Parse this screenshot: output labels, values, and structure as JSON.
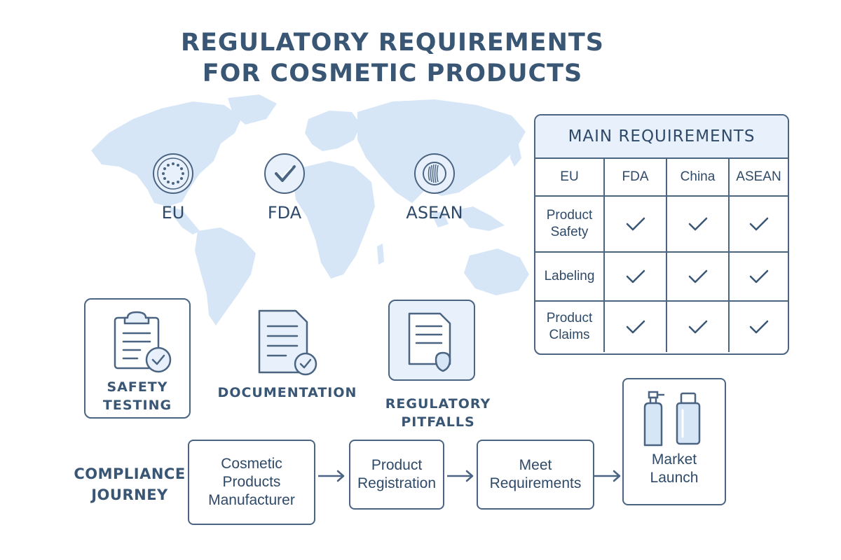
{
  "title": {
    "line1": "REGULATORY REQUIREMENTS",
    "line2": "FOR COSMETIC PRODUCTS"
  },
  "map": {
    "regions": [
      {
        "label": "EU",
        "icon": "eu-stars-icon"
      },
      {
        "label": "FDA",
        "icon": "checkmark-shield-icon"
      },
      {
        "label": "ASEAN",
        "icon": "asean-emblem-icon"
      }
    ],
    "map_color": "#d6e6f7"
  },
  "requirements_table": {
    "heading": "MAIN REQUIREMENTS",
    "columns": [
      "EU",
      "FDA",
      "China",
      "ASEAN"
    ],
    "rows": [
      {
        "label": "Product Safety",
        "checks": [
          true,
          true,
          true
        ]
      },
      {
        "label": "Labeling",
        "checks": [
          true,
          true,
          true
        ]
      },
      {
        "label": "Product Claims",
        "checks": [
          true,
          true,
          true
        ]
      }
    ],
    "header_bg": "#e8f1fb"
  },
  "cards": {
    "safety_testing": {
      "label_line1": "SAFETY",
      "label_line2": "TESTING",
      "icon": "clipboard-check-icon"
    },
    "documentation": {
      "label": "DOCUMENTATION",
      "icon": "document-check-icon"
    },
    "regulatory_pitfalls": {
      "label_line1": "REGULATORY",
      "label_line2": "PITFALLS",
      "icon": "document-seal-icon"
    }
  },
  "journey": {
    "label_line1": "COMPLIANCE",
    "label_line2": "JOURNEY",
    "steps": [
      {
        "line1": "Cosmetic",
        "line2": "Products",
        "line3": "Manufacturer"
      },
      {
        "line1": "Product",
        "line2": "Registration"
      },
      {
        "line1": "Meet",
        "line2": "Requirements"
      },
      {
        "line1": "Market",
        "line2": "Launch",
        "icon": "cosmetic-bottles-icon"
      }
    ]
  },
  "colors": {
    "primary": "#3a5675",
    "stroke": "#4a6482",
    "light_fill": "#e8f1fb"
  }
}
